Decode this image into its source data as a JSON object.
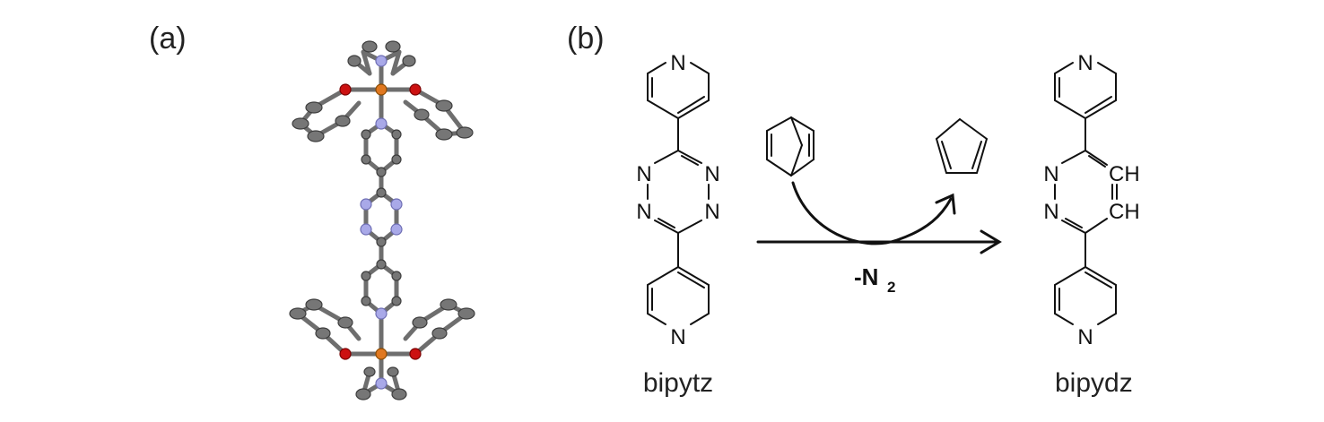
{
  "panel_a": {
    "label": "(a)"
  },
  "panel_b": {
    "label": "(b)",
    "reactant": {
      "name": "bipytz",
      "atoms": {
        "top_pyridine_n": "N",
        "bottom_pyridine_n": "N",
        "tetrazine_n": [
          "N",
          "N",
          "N",
          "N"
        ]
      }
    },
    "product": {
      "name": "bipydz",
      "atoms": {
        "top_pyridine_n": "N",
        "bottom_pyridine_n": "N",
        "pyridazine_n": [
          "N",
          "N"
        ],
        "ch": [
          "CH",
          "CH"
        ]
      }
    },
    "byproduct": {
      "main": "-N",
      "subscript": "2"
    }
  },
  "colors": {
    "carbon": "#767676",
    "nitrogen": "#a9a9e8",
    "oxygen": "#cc1111",
    "metal": "#e07820"
  }
}
